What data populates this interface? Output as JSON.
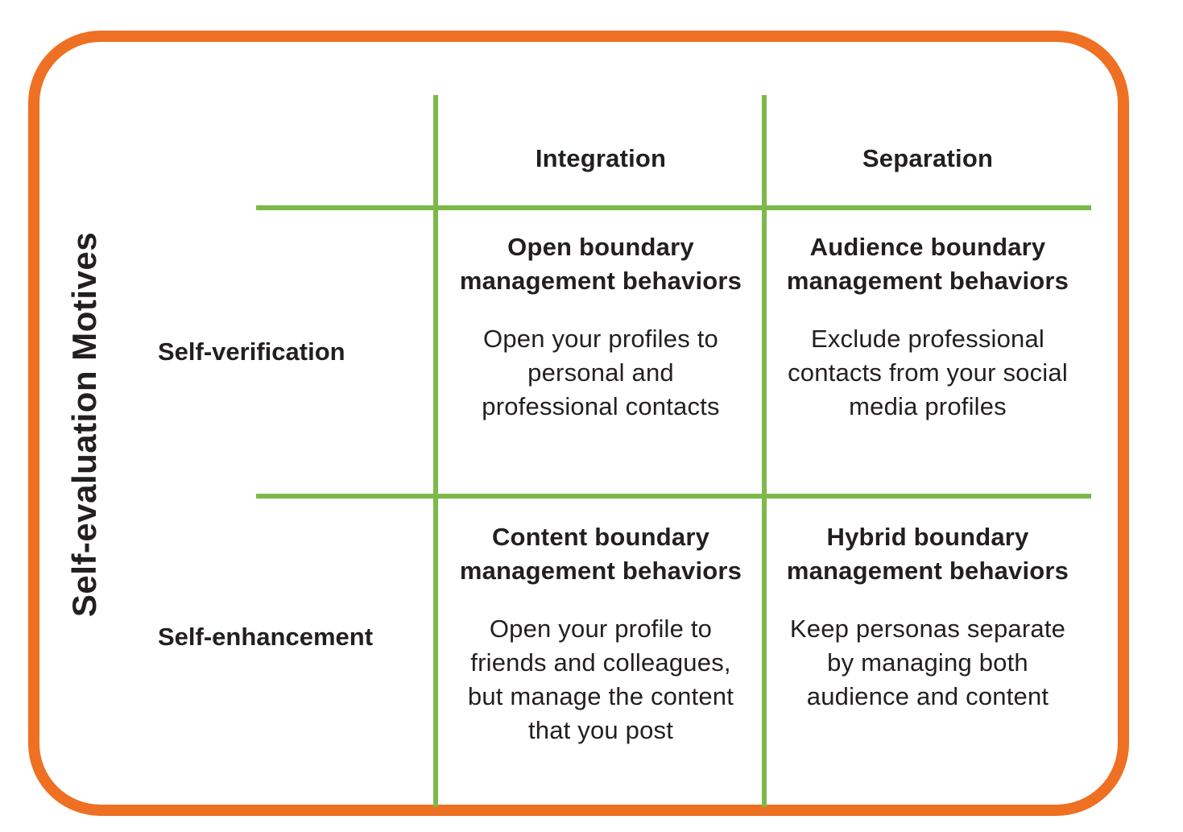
{
  "figure": {
    "axis_label": "Self-evaluation Motives",
    "columns": [
      {
        "label": "Integration"
      },
      {
        "label": "Separation"
      }
    ],
    "rows": [
      {
        "label": "Self-verification"
      },
      {
        "label": "Self-enhancement"
      }
    ],
    "quadrants": [
      {
        "row": "Self-verification",
        "column": "Integration",
        "title": "Open boundary management behaviors",
        "description": "Open your profiles to personal and professional contacts"
      },
      {
        "row": "Self-verification",
        "column": "Separation",
        "title": "Audience boundary management behaviors",
        "description": "Exclude professional contacts from your social media profiles"
      },
      {
        "row": "Self-enhancement",
        "column": "Integration",
        "title": "Content boundary management behaviors",
        "description": "Open your profile to friends and colleagues, but manage the content that you post"
      },
      {
        "row": "Self-enhancement",
        "column": "Separation",
        "title": "Hybrid boundary management behaviors",
        "description": "Keep personas separate by managing both audience and content"
      }
    ],
    "colors": {
      "border": "#EE7023",
      "grid": "#7DB84A",
      "text": "#231F20",
      "background": "#FFFFFF"
    }
  }
}
